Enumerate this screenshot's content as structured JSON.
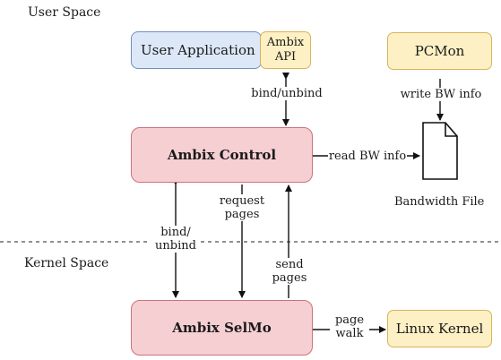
{
  "regions": {
    "user_space": "User Space",
    "kernel_space": "Kernel Space"
  },
  "boxes": {
    "user_application": "User Application",
    "ambix_api_line1": "Ambix",
    "ambix_api_line2": "API",
    "pcmon": "PCMon",
    "ambix_control": "Ambix Control",
    "ambix_selmo": "Ambix SelMo",
    "linux_kernel": "Linux Kernel",
    "bandwidth_file": "Bandwidth File"
  },
  "edges": {
    "bind_unbind_top": "bind/unbind",
    "write_bw_info": "write BW info",
    "read_bw_info": "read BW info",
    "bind_unbind_left_line1": "bind/",
    "bind_unbind_left_line2": "unbind",
    "request_pages_line1": "request",
    "request_pages_line2": "pages",
    "send_pages_line1": "send",
    "send_pages_line2": "pages",
    "page_walk_line1": "page",
    "page_walk_line2": "walk"
  },
  "colors": {
    "user_box": "#dce8f8",
    "api_box": "#fdf0c4",
    "ambix_box": "#f6cfd2",
    "border_pink": "#c9747a"
  }
}
